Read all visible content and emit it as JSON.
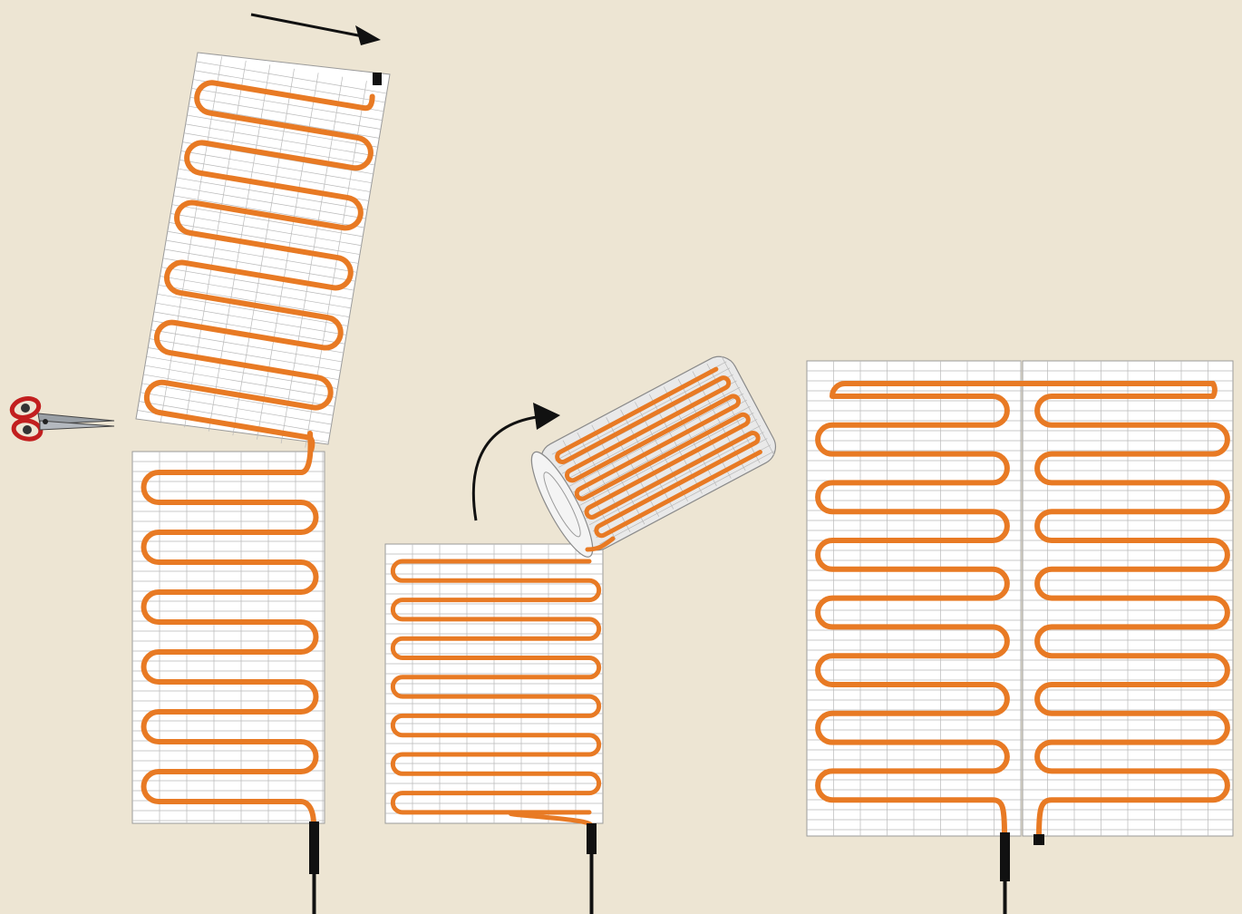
{
  "colors": {
    "background": "#ede5d3",
    "cable": "#e87a24",
    "mesh": "#ffffff",
    "grid": "#b9b9b9",
    "lead": "#111111"
  },
  "icons": [
    "scissors-icon",
    "direction-arrow-icon",
    "curved-arrow-icon"
  ],
  "panels": [
    {
      "name": "cut-and-rotated-mat",
      "loops": 6
    },
    {
      "name": "left-mat-base",
      "loops": 6
    },
    {
      "name": "middle-mat",
      "loops": 7
    },
    {
      "name": "rolled-mat",
      "loops": 5
    },
    {
      "name": "right-double-mat",
      "loops": 7
    }
  ]
}
